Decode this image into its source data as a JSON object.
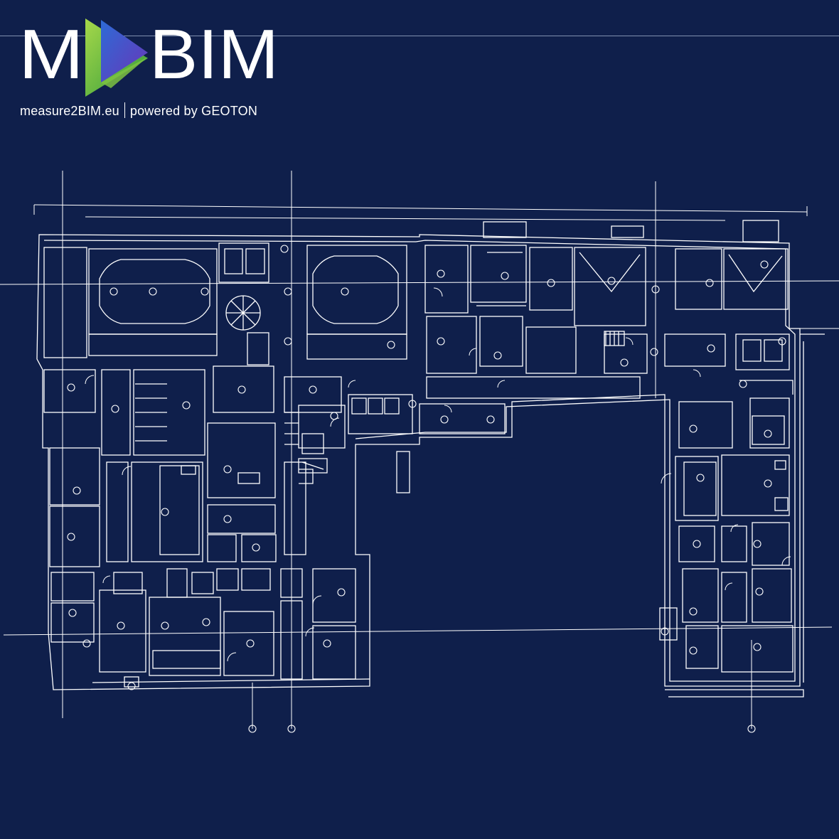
{
  "brand": {
    "logo_text_left": "M",
    "logo_text_right": "BIM",
    "site": "measure2BIM.eu",
    "powered_by": "powered by GEOTON",
    "colors": {
      "background": "#0f1f4b",
      "lines": "#ffffff",
      "arrow_green": "#7cc242",
      "arrow_blue": "#2a57c8"
    }
  },
  "drawing": {
    "type": "architectural-floor-plan",
    "line_color": "#ffffff"
  }
}
